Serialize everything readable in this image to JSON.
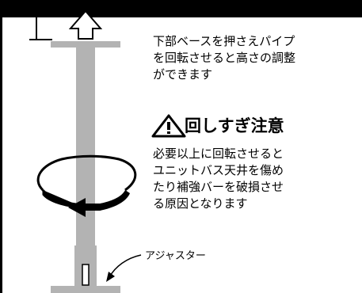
{
  "instruction": "下部ベースを押さえパイプ\nを回転させると高さの調整\nができます",
  "warning": {
    "title": "回しすぎ注意",
    "body": "必要以上に回転させると\nユニットバス天井を傷め\nたり補強バーを破損させ\nる原因となります"
  },
  "adjuster_label": "アジャスター",
  "icons": {
    "up_arrow": "up-arrow-icon",
    "warning": "warning-triangle-icon",
    "rotation": "rotation-arrow-icon",
    "pointer": "pointer-arrow-icon"
  },
  "colors": {
    "pipe": "#b3b3b3",
    "ink": "#000000",
    "background": "#ffffff"
  }
}
